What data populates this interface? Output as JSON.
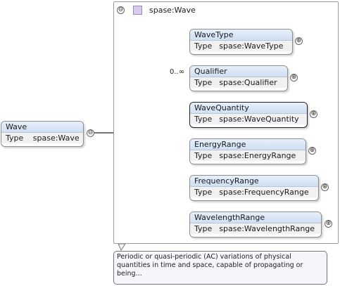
{
  "root": {
    "name": "Wave",
    "type_key": "Type",
    "type_value": "spase:Wave"
  },
  "group": {
    "title": "spase:Wave"
  },
  "children": [
    {
      "name": "WaveType",
      "type_key": "Type",
      "type_value": "spase:WaveType"
    },
    {
      "name": "Qualifier",
      "type_key": "Type",
      "type_value": "spase:Qualifier",
      "occurrence": "0..∞"
    },
    {
      "name": "WaveQuantity",
      "type_key": "Type",
      "type_value": "spase:WaveQuantity",
      "selected": true
    },
    {
      "name": "EnergyRange",
      "type_key": "Type",
      "type_value": "spase:EnergyRange"
    },
    {
      "name": "FrequencyRange",
      "type_key": "Type",
      "type_value": "spase:FrequencyRange"
    },
    {
      "name": "WavelengthRange",
      "type_key": "Type",
      "type_value": "spase:WavelengthRange"
    }
  ],
  "tooltip": {
    "text": "Periodic or quasi-periodic (AC) variations of physical quantities in time and space, capable of propagating or being..."
  },
  "icons": {
    "collapse": "⊖",
    "expand": "⊕",
    "sequence": "sequence-compositor-icon",
    "complex_type": "complex-type-icon"
  }
}
